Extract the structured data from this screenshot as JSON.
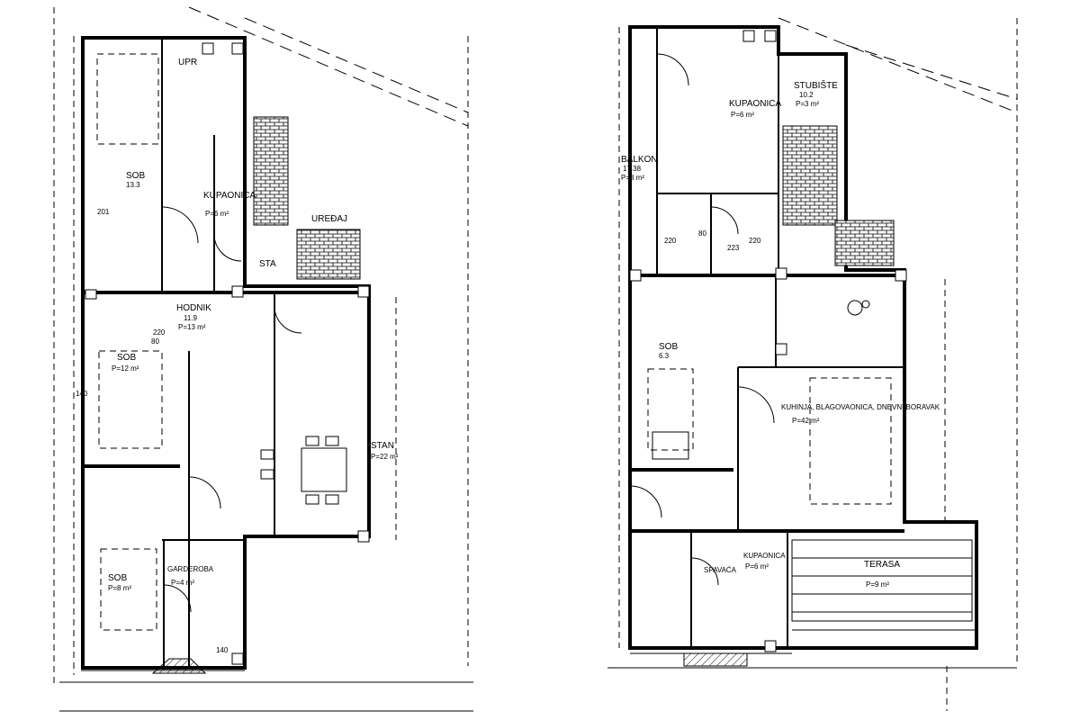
{
  "left_plan": {
    "rooms": [
      {
        "id": "l-upr",
        "name": "UPR",
        "area": ""
      },
      {
        "id": "l-sob-top",
        "name": "SOB",
        "area": "13.3"
      },
      {
        "id": "l-hodnik",
        "name": "HODNIK",
        "area": "11.9",
        "floor": "P=13 m²"
      },
      {
        "id": "l-sob-mid",
        "name": "SOB",
        "area": "P=12 m²"
      },
      {
        "id": "l-stan",
        "name": "STAN",
        "area": "P=22 m²"
      },
      {
        "id": "l-kupaonica",
        "name": "KUPAONICA",
        "area": "P=6 m²"
      },
      {
        "id": "l-sob-bot",
        "name": "SOB",
        "area": "P=8 m²"
      },
      {
        "id": "l-garderoba",
        "name": "GARDEROBA",
        "area": "P=4 m²"
      },
      {
        "id": "l-uredaj",
        "name": "UREĐAJ",
        "area": ""
      },
      {
        "id": "l-sta",
        "name": "STA",
        "area": ""
      }
    ],
    "dims": [
      "220",
      "80",
      "140",
      "140",
      "201"
    ]
  },
  "right_plan": {
    "rooms": [
      {
        "id": "r-kupaonica",
        "name": "KUPAONICA",
        "area": "P=6 m²"
      },
      {
        "id": "r-stubiste",
        "name": "STUBIŠTE",
        "area": "10.2",
        "floor": "P=3 m²"
      },
      {
        "id": "r-bal",
        "name": "BALKON",
        "area": "17.38",
        "floor": "P=8 m²"
      },
      {
        "id": "r-sob",
        "name": "SOB",
        "area": "6.3"
      },
      {
        "id": "r-kuhinja",
        "name": "KUHINJA, BLAGOVAONICA, DNEVNI BORAVAK",
        "area": "P=42 m²"
      },
      {
        "id": "r-spavaca",
        "name": "SPAVAĆA",
        "area": ""
      },
      {
        "id": "r-kupaonica2",
        "name": "KUPAONICA",
        "area": "P=6 m²"
      },
      {
        "id": "r-terasa",
        "name": "TERASA",
        "area": "P=9 m²"
      }
    ],
    "dims": [
      "220",
      "80",
      "220",
      "223"
    ]
  },
  "colors": {
    "line": "#000000",
    "paper": "#ffffff"
  }
}
